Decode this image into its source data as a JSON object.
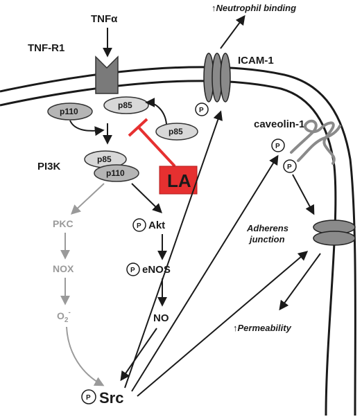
{
  "labels": {
    "tnfa": "TNFα",
    "tnfr1": "TNF-R1",
    "neutrophil": "↑Neutrophil binding",
    "icam1": "ICAM-1",
    "caveolin": "caveolin-1",
    "pi3k": "PI3K",
    "la": "LA",
    "pkc": "PKC",
    "nox": "NOX",
    "o2": "O",
    "o2_sub": "2",
    "o2_sup": "-",
    "akt": "Akt",
    "enos": "eNOS",
    "no": "NO",
    "src": "Src",
    "adherens_1": "Adherens",
    "adherens_2": "junction",
    "permeability": "↑Permeability",
    "p110": "p110",
    "p85": "p85",
    "phospho": "P"
  },
  "colors": {
    "inhibitor": "#e63030",
    "inactive_path": "#9a9a9a",
    "active_path": "#1a1a1a",
    "subunit_fill": "#c8c8c8",
    "membrane": "#1a1a1a"
  }
}
